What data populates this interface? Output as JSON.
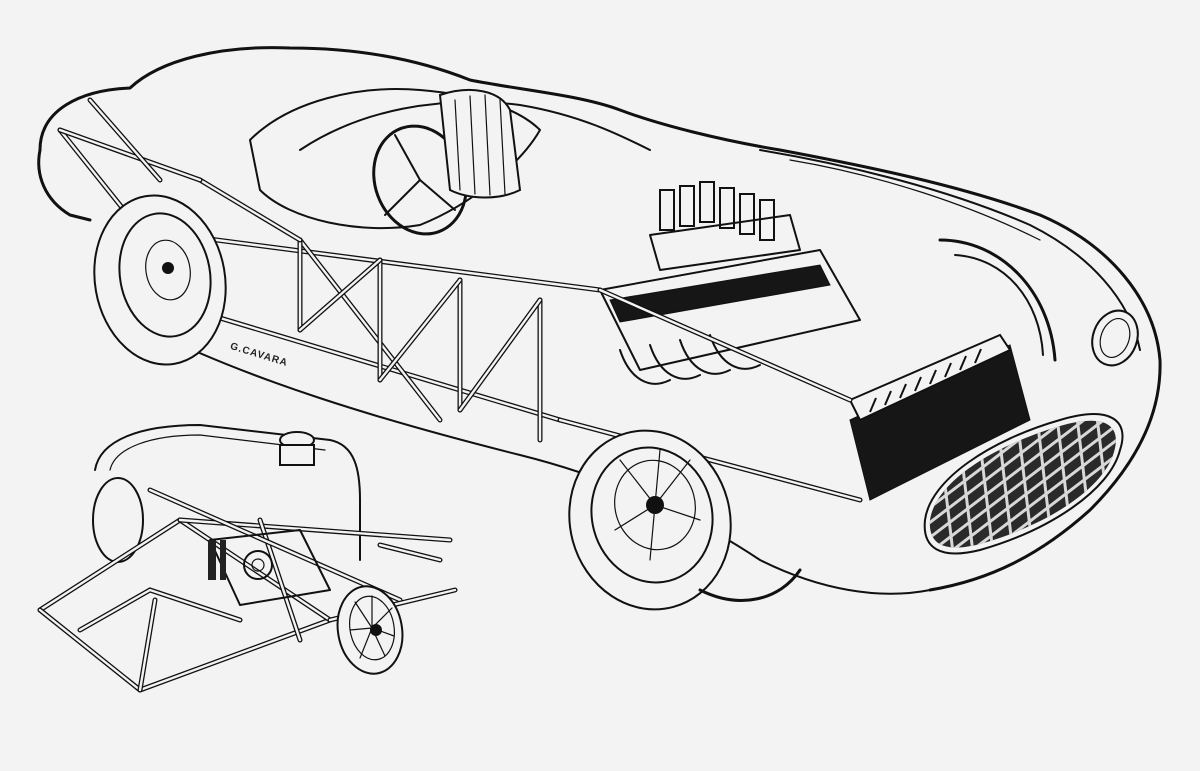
{
  "figure": {
    "type": "cutaway technical illustration",
    "subject": "1950s open sports racing car with tubular spaceframe chassis",
    "style": "black ink line art on off-white paper",
    "background_color": "#f3f3f3",
    "ink_color": "#111111"
  },
  "signature": {
    "text": "G.CAVARA"
  },
  "main_view": {
    "label": "main-car-cutaway",
    "components": [
      "tubular spaceframe chassis",
      "front engine with carburettor stack",
      "egg-crate oval front grille",
      "finned radiator",
      "wire-spoke wheels with drum brakes",
      "steering wheel and cockpit",
      "rear bodywork with hoops",
      "headlamp"
    ]
  },
  "inset_view": {
    "label": "chassis-detail-inset",
    "components": [
      "front spaceframe section",
      "engine block",
      "oil tank / filler cap",
      "spoked wheel"
    ]
  }
}
